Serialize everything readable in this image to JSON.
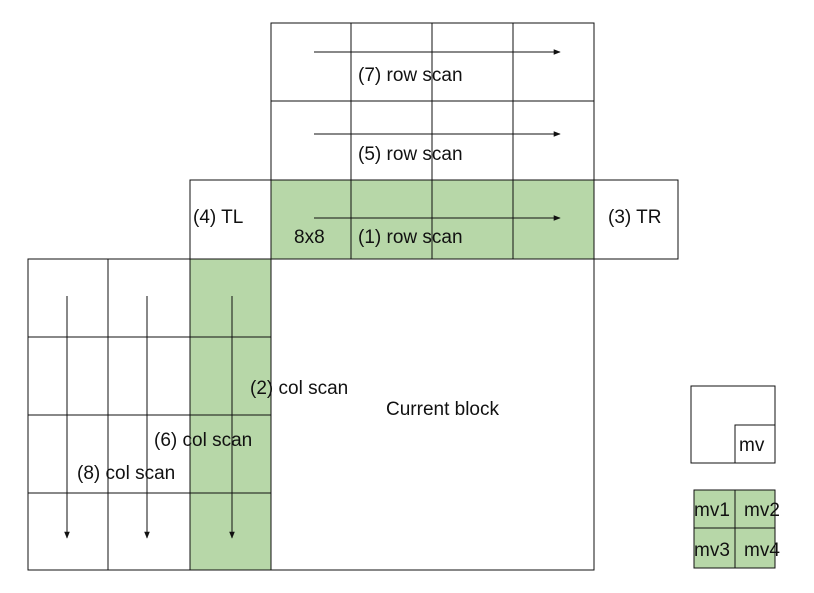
{
  "colors": {
    "highlight": "#b7d7a8",
    "background": "#ffffff",
    "stroke": "#111111"
  },
  "labels": {
    "row_scan_7": "(7) row scan",
    "row_scan_5": "(5) row scan",
    "top_left": "(4) TL",
    "block_8x8": "8x8",
    "row_scan_1": "(1) row scan",
    "top_right": "(3) TR",
    "col_scan_2": "(2) col scan",
    "current_block": "Current block",
    "col_scan_6": "(6) col scan",
    "col_scan_8": "(8) col scan"
  },
  "legend": {
    "single": "mv",
    "quad": [
      "mv1",
      "mv2",
      "mv3",
      "mv4"
    ]
  }
}
